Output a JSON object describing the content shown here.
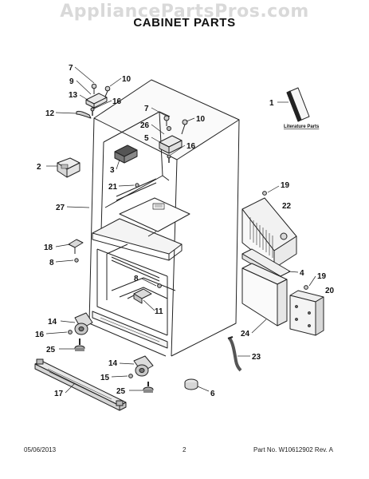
{
  "watermark": "AppliancePartsPros.com",
  "page_title": "CABINET PARTS",
  "callouts": {
    "c7a": "7",
    "c9": "9",
    "c10a": "10",
    "c13": "13",
    "c16a": "16",
    "c12": "12",
    "c1": "1",
    "c7b": "7",
    "c10b": "10",
    "c26": "26",
    "c5": "5",
    "c16b": "16",
    "c2": "2",
    "c3": "3",
    "c21": "21",
    "c27": "27",
    "c19a": "19",
    "c22": "22",
    "c18": "18",
    "c8a": "8",
    "c4": "4",
    "c19b": "19",
    "c20": "20",
    "c8b": "8",
    "c11": "11",
    "c14a": "14",
    "c16c": "16",
    "c25a": "25",
    "c24": "24",
    "c23": "23",
    "c14b": "14",
    "c15": "15",
    "c25b": "25",
    "c6": "6",
    "c17": "17"
  },
  "literature_label": "Literature Parts",
  "footer": {
    "date": "05/06/2013",
    "page": "2",
    "part_no": "Part No.  W10612902  Rev.  A"
  }
}
